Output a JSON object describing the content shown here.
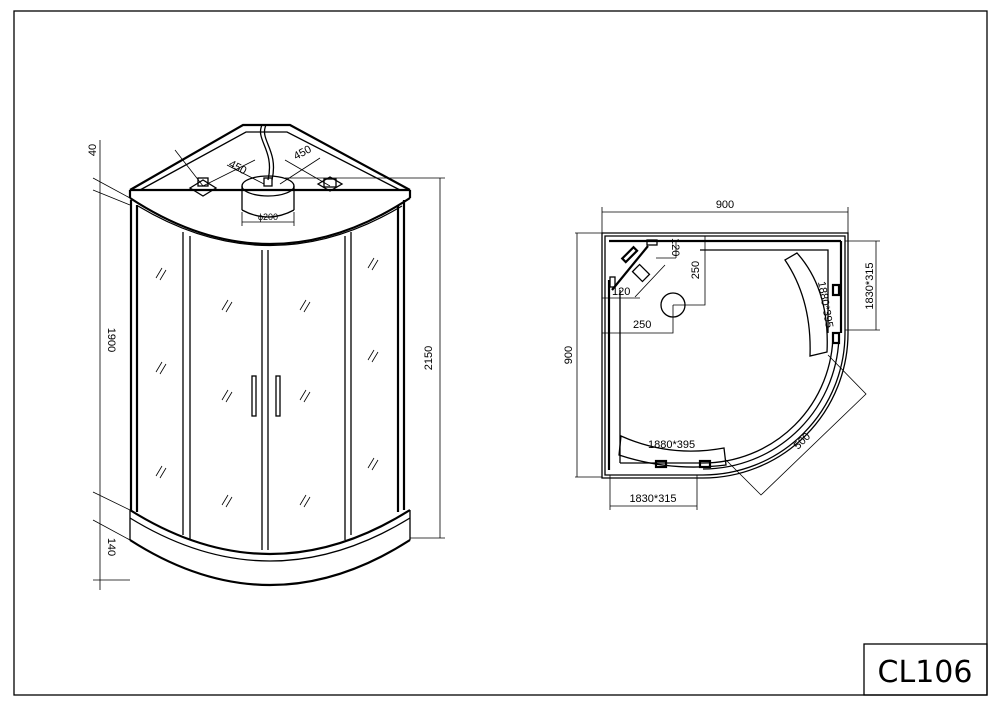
{
  "title_block": {
    "model": "CL106"
  },
  "elevation_view": {
    "dims": {
      "top_height": "40",
      "panel_height": "1900",
      "tray_height": "140",
      "total_height": "2150",
      "left_spacing": "450",
      "right_spacing": "450",
      "shower_head_diameter": "ϕ200"
    }
  },
  "plan_view": {
    "dims": {
      "width": "900",
      "depth": "900",
      "fixed_panel_right": "1830*315",
      "fixed_panel_bottom": "1830*315",
      "door_right": "1880*395",
      "door_bottom": "1880*395",
      "drain_offset_x": "250",
      "drain_offset_y": "250",
      "corner_x": "120",
      "corner_y": "120",
      "opening": "500"
    }
  }
}
